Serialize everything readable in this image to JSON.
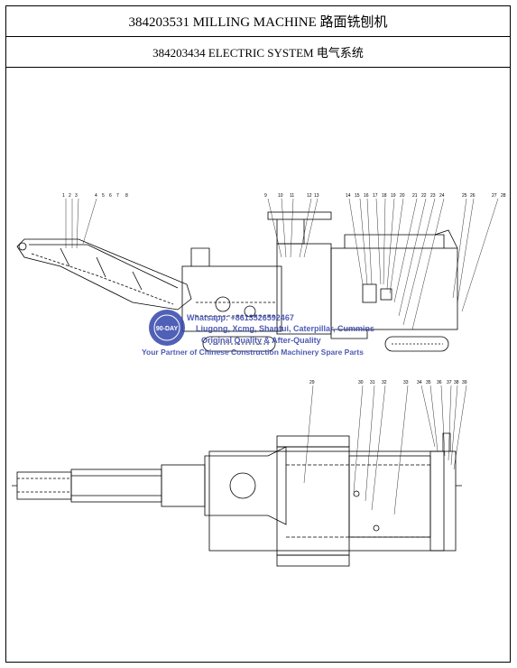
{
  "header": {
    "title": "384203531 MILLING MACHINE 路面铣刨机",
    "subtitle": "384203434 ELECTRIC SYSTEM 电气系统"
  },
  "watermark": {
    "badge_text": "90-DAY",
    "line1": "Whatsapp: +8613526592467",
    "line2": "Liugong, Xcmg, Shantui, Caterpillar, Cummins",
    "line3": "Original Quality & After-Quality",
    "line4": "Your Partner of Chinese Construction Machinery Spare Parts"
  },
  "callouts_top": [
    "1",
    "2",
    "3",
    "4",
    "5",
    "6",
    "7",
    "8",
    "9",
    "10",
    "11",
    "12",
    "13",
    "14",
    "15",
    "16",
    "17",
    "18",
    "19",
    "20",
    "21",
    "22",
    "23",
    "24",
    "25",
    "26",
    "27",
    "28"
  ],
  "callouts_bottom": [
    "29",
    "30",
    "31",
    "32",
    "33",
    "34",
    "35",
    "36",
    "37",
    "38",
    "39"
  ]
}
